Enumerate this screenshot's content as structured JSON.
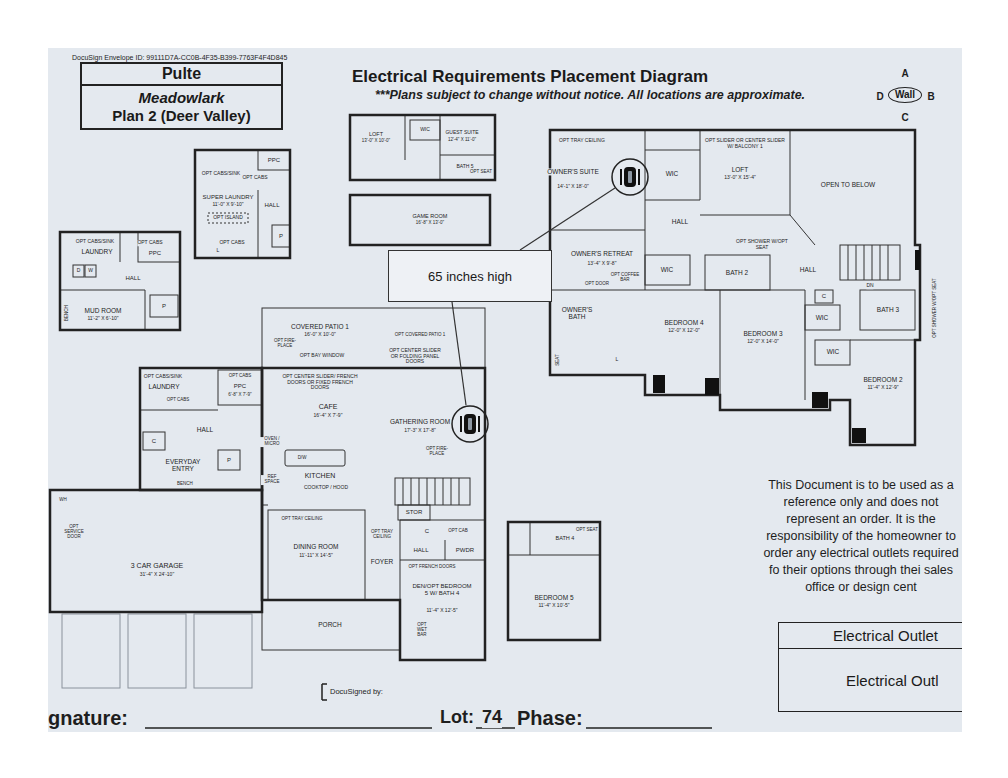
{
  "diagram": {
    "title": "Electrical Requirements Placement Diagram",
    "nodes": [
      {
        "text": [
          "Pulte",
          "Meadowlark",
          "Plan 2 (Deer Valley)"
        ]
      },
      {
        "text": [
          "Wall"
        ]
      },
      {
        "text": [
          "65 inches high"
        ]
      },
      {
        "text": [
          "Electrical Outlet"
        ]
      }
    ],
    "labels": [
      "DocuSign Envelope ID: 99111D7A-CC0B-4F35-B399-7763F4F4D845",
      "***Plans subject to change without notice. All locations are approximate.",
      "A",
      "D",
      "B",
      "C",
      "OPT CABS/SINK",
      "OPT CABS",
      "LAUNDRY",
      "PPC",
      "D",
      "W",
      "HALL",
      "MUD ROOM",
      "11'-2\" X 6'-10\"",
      "P",
      "BENCH",
      "OPT CABS/SINK",
      "OPT CABS",
      "PPC",
      "SUPER LAUNDRY",
      "11'-0\" X 9'-10\"",
      "OPT ISLAND",
      "OPT CABS",
      "HALL",
      "P",
      "L",
      "LOFT",
      "13'-0\" X 10'-0\"",
      "WIC",
      "GUEST SUITE",
      "12'-4\" X 11'-0\"",
      "BATH 5",
      "OPT SEAT",
      "GAME ROOM",
      "16'-8\" X 13'-0\"",
      "OPT TRAY CEILING",
      "OWNER'S SUITE",
      "14'-1\" X 18'-0\"",
      "WIC",
      "OPT SLIDER OR CENTER SLIDER W/ BALCONY 1",
      "LOFT",
      "13'-0\" X 15'-4\"",
      "OPEN TO BELOW",
      "HALL",
      "OWNER'S RETREAT",
      "13'-4\" X 9'-8\"",
      "OPT COFFEE BAR",
      "OPT DOOR",
      "OWNER'S BATH",
      "SEAT",
      "L",
      "WIC",
      "OPT SHOWER W/OPT SEAT",
      "BATH 2",
      "HALL",
      "DN",
      "C",
      "BATH 3",
      "OPT SHOWER W/OPT SEAT",
      "WIC",
      "WIC",
      "BEDROOM 4",
      "12'-0\" X 12'-0\"",
      "BEDROOM 3",
      "12'-0\" X 14'-0\"",
      "BEDROOM 2",
      "11'-4\" X 12'-9\"",
      "COVERED PATIO 1",
      "16'-0\" X 10'-0\"",
      "OPT FIRE-PLACE",
      "OPT COVERED PATIO 1",
      "OPT BAY WINDOW",
      "OPT CENTER SLIDER/ FRENCH DOORS OR FIXED FRENCH DOORS",
      "OPT CENTER SLIDER OR FOLDING PANEL DOORS",
      "OPT CABS/SINK",
      "LAUNDRY",
      "OPT CABS",
      "OPT CABS",
      "PPC",
      "6'-8\" X 7'-9\"",
      "HALL",
      "C",
      "EVERYDAY ENTRY",
      "P",
      "BENCH",
      "OVEN / MICRO",
      "REF SPACE",
      "CAFE",
      "16'-4\" X 7'-9\"",
      "D/W",
      "KITCHEN",
      "COOKTOP / HOOD",
      "GATHERING ROOM",
      "17'-3\" X 17'-8\"",
      "OPT FIRE-PLACE",
      "WH",
      "OPT SERVICE DOOR",
      "3 CAR GARAGE",
      "31'-4\" X 24'-10\"",
      "OPT TRAY CEILING",
      "DINING ROOM",
      "11'-11\" X 14'-5\"",
      "OPT TRAY CEILING",
      "FOYER",
      "STOR",
      "C",
      "OPT CAB",
      "HALL",
      "PWDR",
      "OPT FRENCH DOORS",
      "DEN/OPT BEDROOM 5 W/ BATH 4",
      "11'-4\" X 12'-5\"",
      "OPT WET BAR",
      "PORCH",
      "BATH 4",
      "OPT SEAT",
      "BEDROOM 5",
      "11'-4\" X 10'-5\"",
      "This Document is to be used as a reference only and does not represent an order. It is the responsibility of the homeowner to order any electrical outlets required fo their options through thei sales office or design cent",
      "DocuSigned by:",
      "gnature:",
      "Lot:",
      "74",
      "Phase:"
    ],
    "legend": [
      {
        "text": "Electrical Outl"
      }
    ]
  }
}
